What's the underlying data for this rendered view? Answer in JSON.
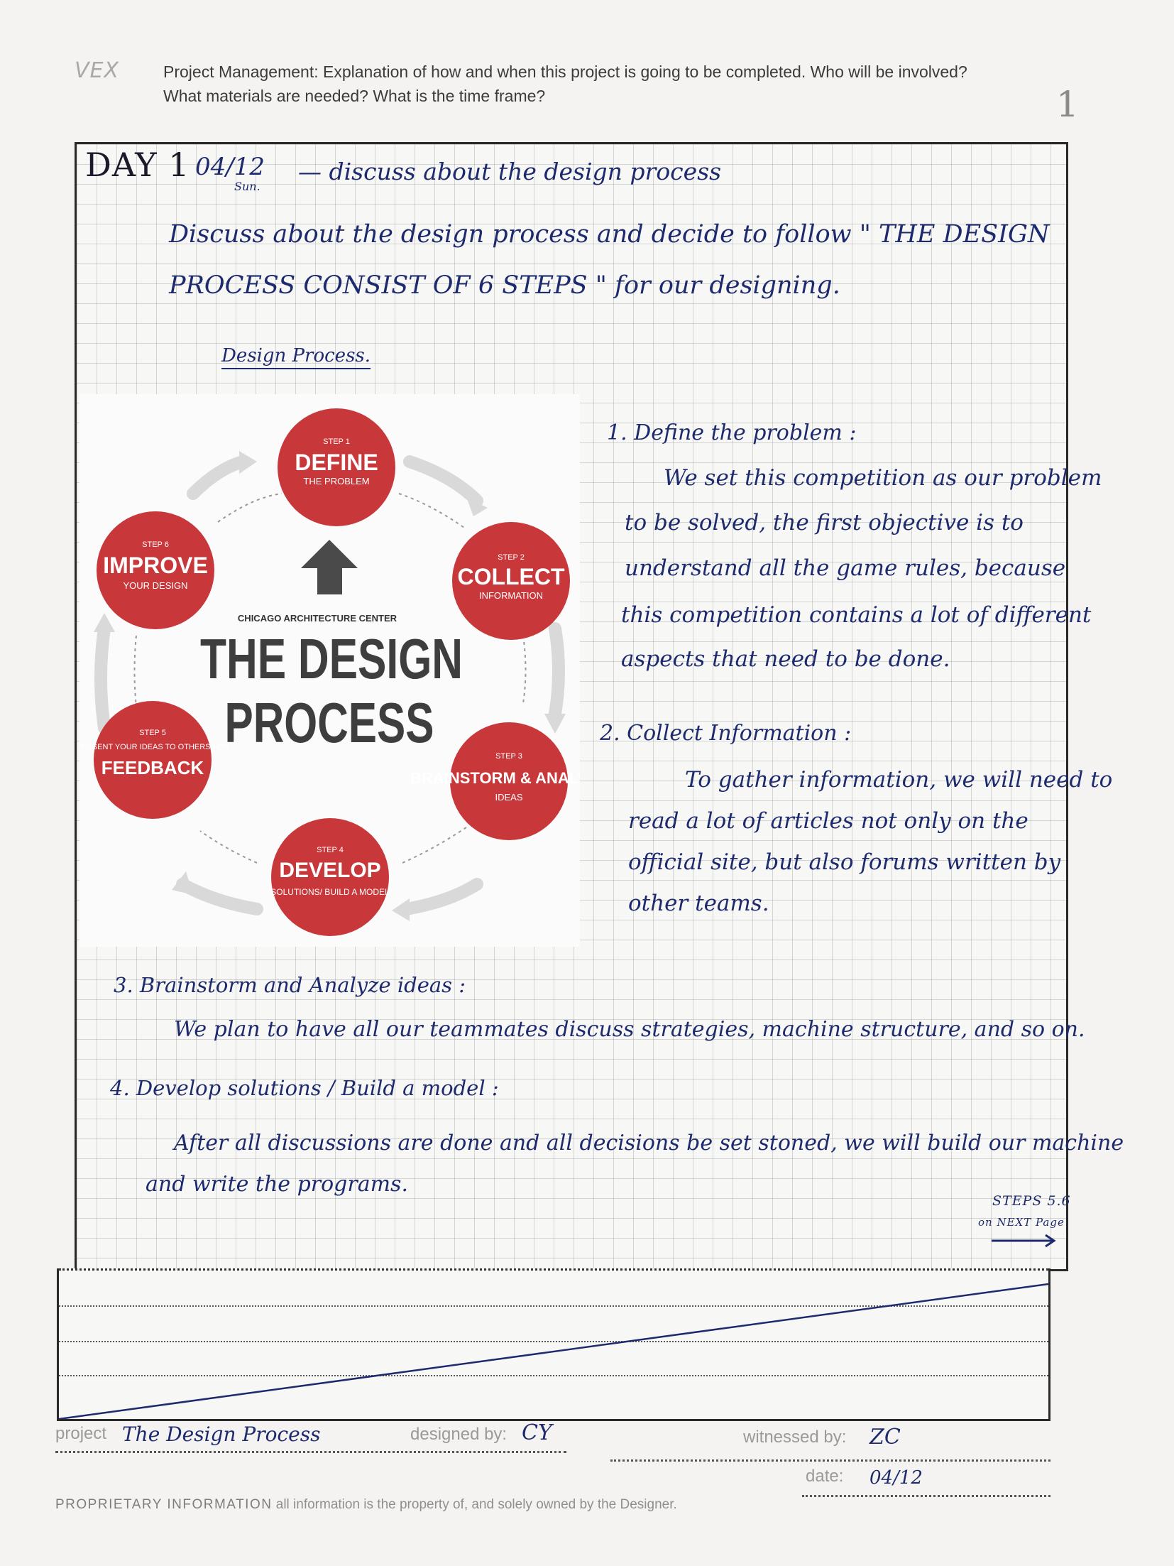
{
  "header": {
    "logo": "VEX",
    "line1": "Project Management: Explanation of how and when this project is going to be completed. Who will be involved?",
    "line2": "What materials are needed? What is the time frame?",
    "page_number": "1"
  },
  "entry": {
    "day": "DAY 1",
    "date": "04/12",
    "weekday": "Sun.",
    "title": "— discuss about the design process",
    "intro_line1": "Discuss about the design process and decide to follow \" THE DESIGN",
    "intro_line2": "PROCESS CONSIST OF 6 STEPS \" for our designing.",
    "caption": "Design Process."
  },
  "figure": {
    "brand": "CHICAGO ARCHITECTURE CENTER",
    "title1": "THE DESIGN",
    "title2": "PROCESS",
    "steps": [
      {
        "step": "STEP 1",
        "name": "DEFINE",
        "sub": "THE PROBLEM"
      },
      {
        "step": "STEP 2",
        "name": "COLLECT",
        "sub": "INFORMATION"
      },
      {
        "step": "STEP 3",
        "name": "BRAINSTORM & ANALYZE",
        "sub": "IDEAS"
      },
      {
        "step": "STEP 4",
        "name": "DEVELOP",
        "sub": "SOLUTIONS/ BUILD A MODEL"
      },
      {
        "step": "STEP 5",
        "name": "FEEDBACK",
        "sub": "PRESENT YOUR IDEAS TO OTHERS FOR"
      },
      {
        "step": "STEP 6",
        "name": "IMPROVE",
        "sub": "YOUR DESIGN"
      }
    ],
    "colors": {
      "circle": "#c8373a",
      "arrow": "#d9d9d9",
      "title": "#3e3e3e"
    }
  },
  "notes": {
    "s1_title": "1. Define the problem :",
    "s1_lines": [
      "We set this competition as our problem",
      "to be solved, the first objective is to",
      "understand all the game rules, because",
      "this competition contains a lot of different",
      "aspects that need to be done."
    ],
    "s2_title": "2. Collect Information :",
    "s2_lines": [
      "To gather information, we will need to",
      "read a lot of articles not only on the",
      "official site, but also forums written by",
      "other teams."
    ],
    "s3_title": "3. Brainstorm and Analyze ideas :",
    "s3_line": "We plan to have all our teammates discuss strategies, machine structure, and so on.",
    "s4_title": "4. Develop solutions / Build a model :",
    "s4_line1": "After all discussions are done and all decisions be set stoned, we will build our machine",
    "s4_line2": "and write the programs.",
    "next1": "STEPS 5.6",
    "next2": "on NEXT Page"
  },
  "footer": {
    "project_label": "project",
    "project_value": "The Design Process",
    "designed_label": "designed by:",
    "designed_value": "CY",
    "witnessed_label": "witnessed by:",
    "witnessed_value": "ZC",
    "date_label": "date:",
    "date_value": "04/12",
    "proprietary_bold": "PROPRIETARY INFORMATION",
    "proprietary_text": " all information is the property of, and solely owned by the Designer."
  }
}
